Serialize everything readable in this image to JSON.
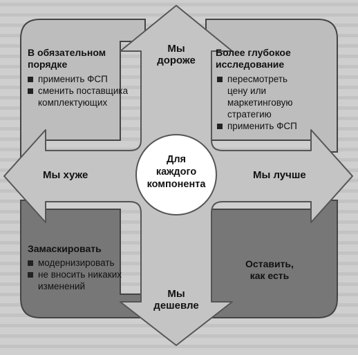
{
  "arrows": {
    "up": "Мы\nдороже",
    "down": "Мы\nдешевле",
    "left": "Мы хуже",
    "right": "Мы лучше"
  },
  "center": "Для\nкаждого\nкомпонента",
  "quadrants": {
    "top_left": {
      "title": "В обязательном\nпорядке",
      "items": [
        "применить ФСП",
        "сменить поставщика\nкомплектующих"
      ]
    },
    "top_right": {
      "title": "Более глубокое\nисследование",
      "items": [
        "пересмотреть\nцену или\nмаркетинговую\nстратегию",
        "применить ФСП"
      ]
    },
    "bottom_left": {
      "title": "Замаскировать",
      "items": [
        "модернизировать",
        "не вносить никаких\nизменений"
      ]
    },
    "bottom_right": {
      "title": "Оставить,\nкак есть",
      "items": []
    }
  },
  "colors": {
    "light_quadrant": "#bdbdbd",
    "dark_quadrant": "#777777",
    "arrow_fill": "#c4c4c4",
    "arrow_stroke": "#555555",
    "center_fill": "#ffffff"
  }
}
